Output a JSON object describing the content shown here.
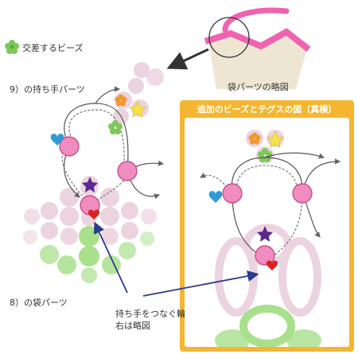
{
  "legend": {
    "cross_bead_label": "交差するビーズ"
  },
  "labels": {
    "handle_part": "9）の持ち手パーツ",
    "bag_part": "8）の袋パーツ",
    "ring_note_line1": "持ち手をつなぐ輪",
    "ring_note_line2": "右は略図",
    "bag_sketch": "袋パーツの略図"
  },
  "panel": {
    "title": "追加のビーズとテグスの図（真横）"
  },
  "colors": {
    "pink_bead": "#f08cbf",
    "pale_pink": "#ecd3e0",
    "green_bead": "#a8e08c",
    "orange_flower": "#f19a2a",
    "yellow_star": "#f5e246",
    "purple_star": "#5b2a8c",
    "blue_heart": "#2f9bd6",
    "red_heart": "#e0201c",
    "magenta_wire": "#ef63b0",
    "panel_border": "#f4b631",
    "arrow_blue": "#2a3a8c"
  }
}
